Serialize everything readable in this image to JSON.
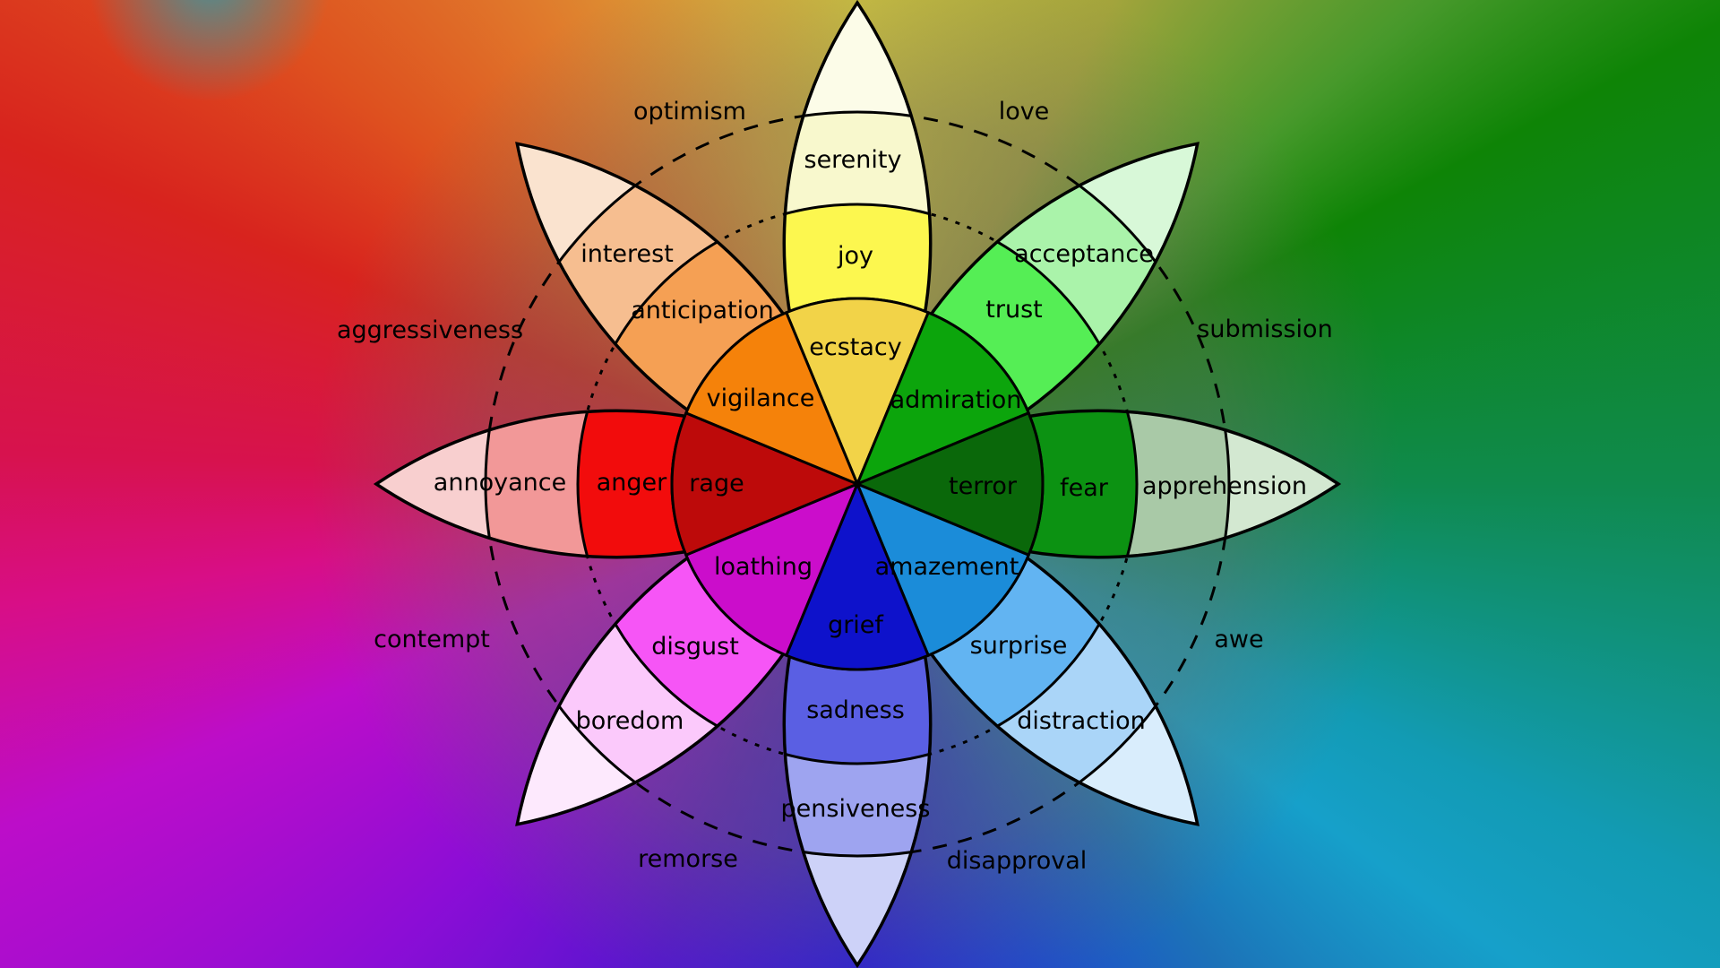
{
  "wheel": {
    "petals": [
      {
        "name": "joy",
        "inner_label": "ecstacy",
        "inner_color": "#F2D348",
        "middle_label": "joy",
        "middle_color": "#FCF74F",
        "outer_label": "serenity",
        "outer_color": "#F8F8CD",
        "tip_color": "#FCFCE8"
      },
      {
        "name": "trust",
        "inner_label": "admiration",
        "inner_color": "#0CA50C",
        "middle_label": "trust",
        "middle_color": "#55EE55",
        "outer_label": "acceptance",
        "outer_color": "#AAF3AA",
        "tip_color": "#D8F8D8"
      },
      {
        "name": "fear",
        "inner_label": "terror",
        "inner_color": "#0A680A",
        "middle_label": "fear",
        "middle_color": "#0C9212",
        "outer_label": "apprehension",
        "outer_color": "#A9C9A7",
        "tip_color": "#D3E8D1"
      },
      {
        "name": "surprise",
        "inner_label": "amazement",
        "inner_color": "#1B8CD9",
        "middle_label": "surprise",
        "middle_color": "#62B4F2",
        "outer_label": "distraction",
        "outer_color": "#AAD5F8",
        "tip_color": "#D9EDFC"
      },
      {
        "name": "sadness",
        "inner_label": "grief",
        "inner_color": "#0E12CB",
        "middle_label": "sadness",
        "middle_color": "#5A5FE3",
        "outer_label": "pensiveness",
        "outer_color": "#9EA4F0",
        "tip_color": "#CDD2F8"
      },
      {
        "name": "disgust",
        "inner_label": "loathing",
        "inner_color": "#CB0DCB",
        "middle_label": "disgust",
        "middle_color": "#F655F6",
        "outer_label": "boredom",
        "outer_color": "#FBC9FB",
        "tip_color": "#FDE9FD"
      },
      {
        "name": "anger",
        "inner_label": "rage",
        "inner_color": "#BD0A0A",
        "middle_label": "anger",
        "middle_color": "#F20C0C",
        "outer_label": "annoyance",
        "outer_color": "#F29898",
        "tip_color": "#F8CFCF"
      },
      {
        "name": "anticipation",
        "inner_label": "vigilance",
        "inner_color": "#F5820A",
        "middle_label": "anticipation",
        "middle_color": "#F5A054",
        "outer_label": "interest",
        "outer_color": "#F6BE90",
        "tip_color": "#FAE3CF"
      }
    ],
    "dyads": [
      {
        "label": "optimism"
      },
      {
        "label": "love"
      },
      {
        "label": "submission"
      },
      {
        "label": "awe"
      },
      {
        "label": "disapproval"
      },
      {
        "label": "remorse"
      },
      {
        "label": "contempt"
      },
      {
        "label": "aggressiveness"
      }
    ]
  }
}
